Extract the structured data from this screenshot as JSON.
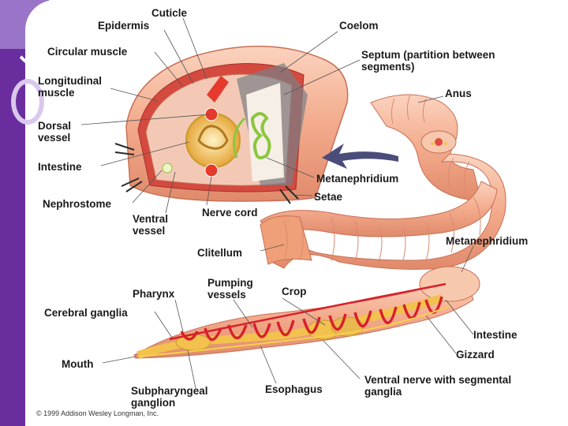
{
  "labels": {
    "cuticle": "Cuticle",
    "epidermis": "Epidermis",
    "coelom": "Coelom",
    "circular_muscle": "Circular muscle",
    "septum": "Septum (partition between segments)",
    "longitudinal_muscle": "Longitudinal muscle",
    "anus": "Anus",
    "dorsal_vessel": "Dorsal vessel",
    "intestine_cross": "Intestine",
    "metanephridium_cross": "Metanephridium",
    "setae": "Setae",
    "nephrostome": "Nephrostome",
    "nerve_cord": "Nerve cord",
    "ventral_vessel": "Ventral vessel",
    "clitellum": "Clitellum",
    "metanephridium_body": "Metanephridium",
    "pharynx": "Pharynx",
    "pumping_vessels": "Pumping vessels",
    "crop": "Crop",
    "cerebral_ganglia": "Cerebral ganglia",
    "intestine_body": "Intestine",
    "gizzard": "Gizzard",
    "mouth": "Mouth",
    "ventral_nerve": "Ventral nerve with segmental ganglia",
    "subpharyngeal_ganglion": "Subpharyngeal ganglion",
    "esophagus": "Esophagus"
  },
  "copyright": "© 1999 Addison Wesley Longman, Inc.",
  "colors": {
    "purple_bar": "#6a2d9e",
    "skin": "#f4b295",
    "skin_dark": "#d9755a",
    "vessel_red": "#d8202a",
    "muscle_red": "#c8352e",
    "nephridium_green": "#8cc63f",
    "gut_yellow": "#f2c14e",
    "arrow": "#4a4c7a"
  }
}
